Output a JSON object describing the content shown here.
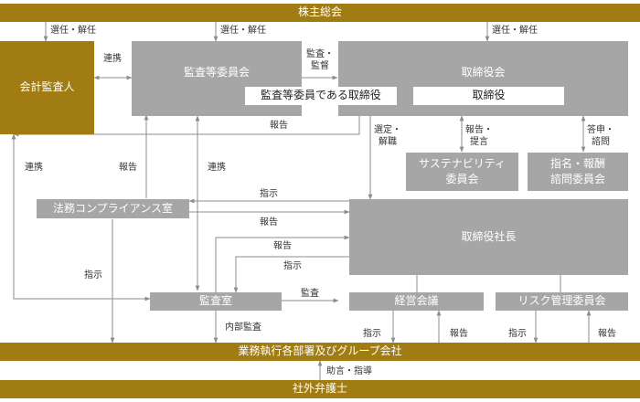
{
  "boxes": {
    "shareholders": "株主総会",
    "auditor": "会計監査人",
    "audit_committee": "監査等委員会",
    "board": "取締役会",
    "audit_director": "監査等委員である取締役",
    "director": "取締役",
    "sustainability": "サステナビリティ\n委員会",
    "nomination": "指名・報酬\n諮問委員会",
    "legal": "法務コンプライアンス室",
    "president": "取締役社長",
    "audit_office": "監査室",
    "mgmt_meeting": "経営会議",
    "risk": "リスク管理委員会",
    "business": "業務執行各部署及びグループ会社",
    "lawyer": "社外弁護士"
  },
  "labels": {
    "elect1": "選任・解任",
    "elect2": "選任・解任",
    "elect3": "選任・解任",
    "cooperate_top": "連携",
    "audit_supervise": "監査・\n監督",
    "report_board": "報告",
    "appoint": "選定・\n解職",
    "report_proposal": "報告・\n提言",
    "consult": "答申・\n諮問",
    "cooperate_left": "連携",
    "report_ac": "報告",
    "cooperate_mid": "連携",
    "instruct_legal": "指示",
    "report_legal": "報告",
    "report_office": "報告",
    "instruct_office": "指示",
    "instruct_left": "指示",
    "audit": "監査",
    "internal_audit": "内部監査",
    "instruct_mgmt": "指示",
    "report_mgmt": "報告",
    "instruct_risk": "指示",
    "report_risk": "報告",
    "advice": "助言・指導"
  },
  "colors": {
    "gold": "#a07c12",
    "gray": "#a6a6a6",
    "line": "#8c8c8c"
  }
}
